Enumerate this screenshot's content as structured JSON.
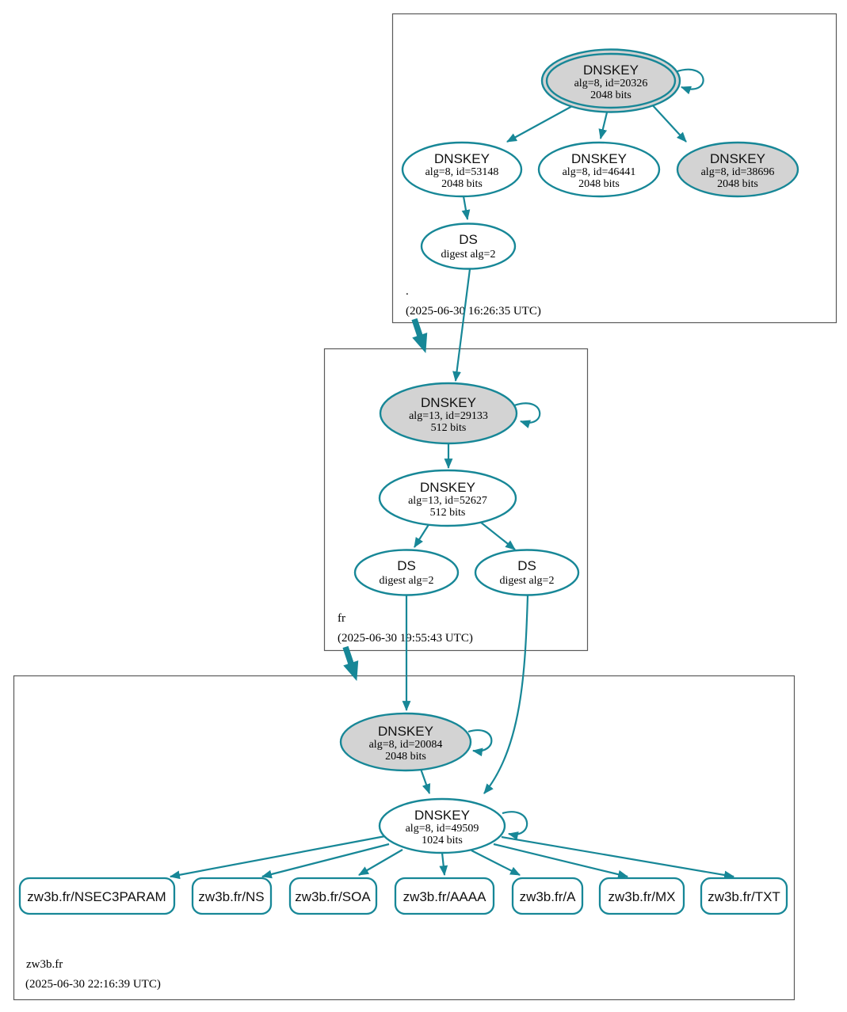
{
  "diagram": {
    "edge_color": "#178797",
    "ksk_fill": "#d3d3d3",
    "zsk_fill": "#ffffff",
    "box_border": "#5a5a5a"
  },
  "zones": {
    "root": {
      "label": ".",
      "timestamp": "(2025-06-30 16:26:35 UTC)",
      "dnskey_20326": {
        "title": "DNSKEY",
        "attr1": "alg=8, id=20326",
        "attr2": "2048 bits"
      },
      "dnskey_53148": {
        "title": "DNSKEY",
        "attr1": "alg=8, id=53148",
        "attr2": "2048 bits"
      },
      "dnskey_46441": {
        "title": "DNSKEY",
        "attr1": "alg=8, id=46441",
        "attr2": "2048 bits"
      },
      "dnskey_38696": {
        "title": "DNSKEY",
        "attr1": "alg=8, id=38696",
        "attr2": "2048 bits"
      },
      "ds": {
        "title": "DS",
        "attr1": "digest alg=2"
      }
    },
    "fr": {
      "label": "fr",
      "timestamp": "(2025-06-30 19:55:43 UTC)",
      "dnskey_29133": {
        "title": "DNSKEY",
        "attr1": "alg=13, id=29133",
        "attr2": "512 bits"
      },
      "dnskey_52627": {
        "title": "DNSKEY",
        "attr1": "alg=13, id=52627",
        "attr2": "512 bits"
      },
      "ds_left": {
        "title": "DS",
        "attr1": "digest alg=2"
      },
      "ds_right": {
        "title": "DS",
        "attr1": "digest alg=2"
      }
    },
    "zw3b": {
      "label": "zw3b.fr",
      "timestamp": "(2025-06-30 22:16:39 UTC)",
      "dnskey_20084": {
        "title": "DNSKEY",
        "attr1": "alg=8, id=20084",
        "attr2": "2048 bits"
      },
      "dnskey_49509": {
        "title": "DNSKEY",
        "attr1": "alg=8, id=49509",
        "attr2": "1024 bits"
      },
      "rrsets": [
        {
          "label": "zw3b.fr/NSEC3PARAM"
        },
        {
          "label": "zw3b.fr/NS"
        },
        {
          "label": "zw3b.fr/SOA"
        },
        {
          "label": "zw3b.fr/AAAA"
        },
        {
          "label": "zw3b.fr/A"
        },
        {
          "label": "zw3b.fr/MX"
        },
        {
          "label": "zw3b.fr/TXT"
        }
      ]
    }
  }
}
